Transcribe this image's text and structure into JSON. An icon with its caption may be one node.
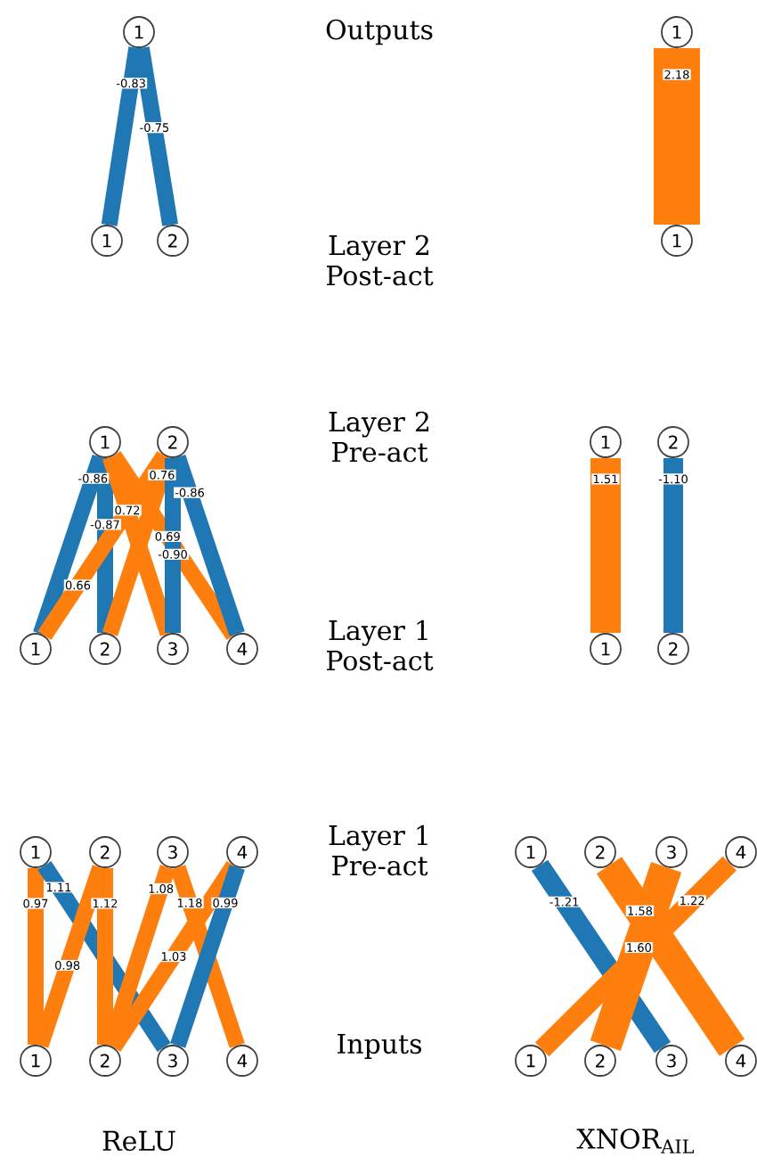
{
  "diagram": {
    "nodes": [
      {
        "text": [
          "1"
        ]
      },
      {
        "text": [
          "1"
        ]
      },
      {
        "text": [
          "1"
        ]
      },
      {
        "text": [
          "2"
        ]
      },
      {
        "text": [
          "1"
        ]
      },
      {
        "text": [
          "1"
        ]
      },
      {
        "text": [
          "2"
        ]
      },
      {
        "text": [
          "1"
        ]
      },
      {
        "text": [
          "2"
        ]
      },
      {
        "text": [
          "1"
        ]
      },
      {
        "text": [
          "2"
        ]
      },
      {
        "text": [
          "3"
        ]
      },
      {
        "text": [
          "4"
        ]
      },
      {
        "text": [
          "1"
        ]
      },
      {
        "text": [
          "2"
        ]
      },
      {
        "text": [
          "1"
        ]
      },
      {
        "text": [
          "2"
        ]
      },
      {
        "text": [
          "3"
        ]
      },
      {
        "text": [
          "4"
        ]
      },
      {
        "text": [
          "1"
        ]
      },
      {
        "text": [
          "2"
        ]
      },
      {
        "text": [
          "3"
        ]
      },
      {
        "text": [
          "4"
        ]
      },
      {
        "text": [
          "1"
        ]
      },
      {
        "text": [
          "2"
        ]
      },
      {
        "text": [
          "3"
        ]
      },
      {
        "text": [
          "4"
        ]
      },
      {
        "text": [
          "1"
        ]
      },
      {
        "text": [
          "2"
        ]
      },
      {
        "text": [
          "3"
        ]
      },
      {
        "text": [
          "4"
        ]
      }
    ],
    "edges": [
      {
        "from": 2,
        "to": 0,
        "arrow": "none",
        "label": "-0.83",
        "color": "#1f77b4"
      },
      {
        "from": 3,
        "to": 0,
        "arrow": "none",
        "label": "-0.75",
        "color": "#1f77b4"
      },
      {
        "from": 4,
        "to": 1,
        "arrow": "none",
        "label": "2.18",
        "style": "thick"
      },
      {
        "from": 9,
        "to": 5,
        "arrow": "none",
        "label": "-0.86",
        "color": "#1f77b4"
      },
      {
        "from": 10,
        "to": 5,
        "arrow": "none",
        "label": "-0.87",
        "color": "#1f77b4"
      },
      {
        "from": 11,
        "to": 5,
        "arrow": "none",
        "label": "0.72"
      },
      {
        "from": 12,
        "to": 5,
        "arrow": "none",
        "label": "0.69"
      },
      {
        "from": 9,
        "to": 6,
        "arrow": "none",
        "label": "0.66"
      },
      {
        "from": 10,
        "to": 6,
        "arrow": "none",
        "label": "0.76"
      },
      {
        "from": 11,
        "to": 6,
        "arrow": "none",
        "label": "-0.90",
        "color": "#1f77b4"
      },
      {
        "from": 12,
        "to": 6,
        "arrow": "none",
        "label": "-0.86",
        "color": "#1f77b4"
      },
      {
        "from": 13,
        "to": 7,
        "arrow": "none",
        "label": "1.51",
        "style": "thick"
      },
      {
        "from": 14,
        "to": 8,
        "arrow": "none",
        "label": "-1.10",
        "color": "#1f77b4"
      },
      {
        "from": 23,
        "to": 15,
        "arrow": "none",
        "label": "0.97"
      },
      {
        "from": 25,
        "to": 15,
        "arrow": "none",
        "label": "1.11",
        "color": "#1f77b4"
      },
      {
        "from": 24,
        "to": 16,
        "arrow": "none",
        "label": "1.12"
      },
      {
        "from": 23,
        "to": 16,
        "arrow": "none",
        "label": "0.98"
      },
      {
        "from": 24,
        "to": 17,
        "arrow": "none",
        "label": "1.08"
      },
      {
        "from": 26,
        "to": 17,
        "arrow": "none",
        "label": "1.18"
      },
      {
        "from": 24,
        "to": 18,
        "arrow": "none",
        "label": "1.03"
      },
      {
        "from": 25,
        "to": 18,
        "arrow": "none",
        "label": "0.99",
        "color": "#1f77b4"
      },
      {
        "from": 29,
        "to": 19,
        "arrow": "none",
        "label": "-1.21",
        "color": "#1f77b4"
      },
      {
        "from": 30,
        "to": 20,
        "arrow": "none",
        "label": "1.58",
        "style": "thick"
      },
      {
        "from": 28,
        "to": 21,
        "arrow": "none",
        "label": "1.60",
        "style": "thick"
      },
      {
        "from": 27,
        "to": 22,
        "arrow": "none",
        "label": "1.22"
      }
    ],
    "labels": [
      "Outputs",
      "Layer 2 Post-act",
      "Layer 2 Pre-act",
      "Layer 1 Post-act",
      "Layer 1 Pre-act",
      "Inputs",
      "ReLU",
      "XNOR$_{AIL}$"
    ]
  }
}
